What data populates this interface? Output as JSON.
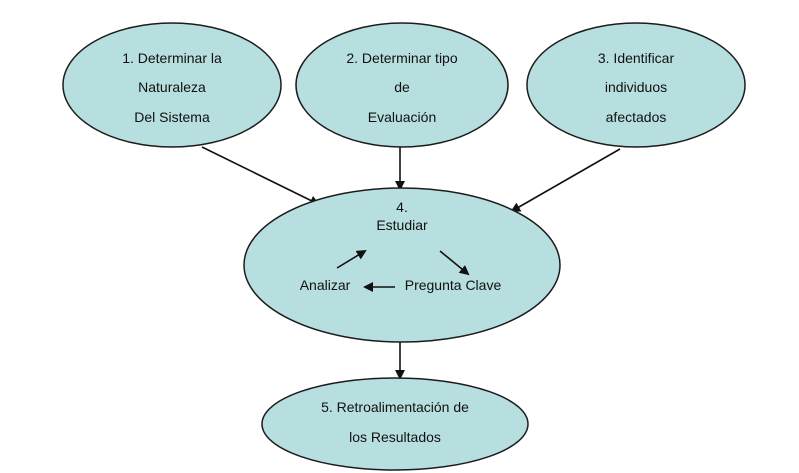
{
  "diagram": {
    "colors": {
      "node_fill": "#b8dfe0",
      "node_stroke": "#1c1c1c",
      "background": "#ffffff",
      "line": "#111111"
    },
    "nodes": {
      "n1": {
        "lines": [
          "1. Determinar la",
          "Naturaleza",
          "Del Sistema"
        ]
      },
      "n2": {
        "lines": [
          "2. Determinar tipo",
          "de",
          "Evaluación"
        ]
      },
      "n3": {
        "lines": [
          "3. Identificar",
          "individuos",
          "afectados"
        ]
      },
      "n4": {
        "title_lines": [
          "4.",
          "Estudiar"
        ],
        "cycle": {
          "analizar": "Analizar",
          "pregunta": "Pregunta Clave"
        }
      },
      "n5": {
        "lines": [
          "5. Retroalimentación de",
          "los Resultados"
        ]
      }
    }
  }
}
